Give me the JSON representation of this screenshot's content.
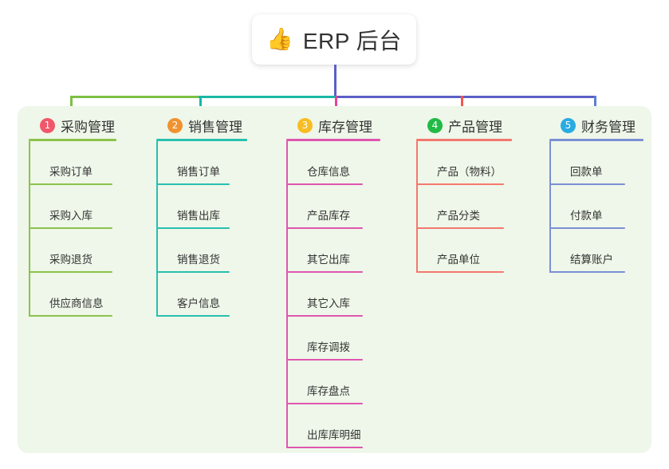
{
  "diagram": {
    "type": "mindmap",
    "root": {
      "emoji": "👍",
      "emoji_name": "thumbs-up-icon",
      "title": "ERP 后台"
    },
    "panel_color": "#eef7e9",
    "bus_segments": [
      {
        "name": "bus-segment-purchasing",
        "color": "#7cc043"
      },
      {
        "name": "bus-segment-sales",
        "color": "#16b8a4"
      },
      {
        "name": "bus-segment-right",
        "color": "#5b5fc7"
      }
    ],
    "branches": [
      {
        "index": "1",
        "title": "采购管理",
        "badge_color": "#f2566a",
        "line_color": "#8bc34a",
        "drop_color": "#7cc043",
        "items": [
          "采购订单",
          "采购入库",
          "采购退货",
          "供应商信息"
        ]
      },
      {
        "index": "2",
        "title": "销售管理",
        "badge_color": "#f0922f",
        "line_color": "#28c0b0",
        "drop_color": "#16b8a4",
        "items": [
          "销售订单",
          "销售出库",
          "销售退货",
          "客户信息"
        ]
      },
      {
        "index": "3",
        "title": "库存管理",
        "badge_color": "#f8bd24",
        "line_color": "#e056b0",
        "drop_color": "#e8429b",
        "items": [
          "仓库信息",
          "产品库存",
          "其它出库",
          "其它入库",
          "库存调拨",
          "库存盘点",
          "出库库明细"
        ]
      },
      {
        "index": "4",
        "title": "产品管理",
        "badge_color": "#21ba45",
        "line_color": "#f4786f",
        "drop_color": "#f4564f",
        "items": [
          "产品（物料）",
          "产品分类",
          "产品单位"
        ]
      },
      {
        "index": "5",
        "title": "财务管理",
        "badge_color": "#29abe2",
        "line_color": "#7b8fd4",
        "drop_color": "#5b7fd4",
        "items": [
          "回款单",
          "付款单",
          "结算账户"
        ]
      }
    ]
  }
}
